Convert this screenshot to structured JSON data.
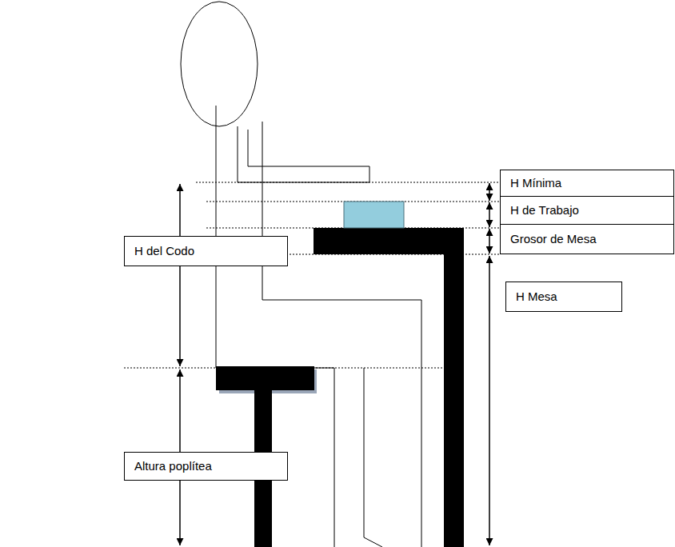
{
  "diagram": {
    "nodes": [
      {
        "text": [
          "H Mínima"
        ]
      },
      {
        "text": [
          "H de Trabajo"
        ]
      },
      {
        "text": [
          "Grosor de Mesa"
        ]
      },
      {
        "text": [
          "H del Codo"
        ]
      },
      {
        "text": [
          "H Mesa"
        ]
      },
      {
        "text": [
          "Altura poplítea"
        ]
      }
    ]
  }
}
